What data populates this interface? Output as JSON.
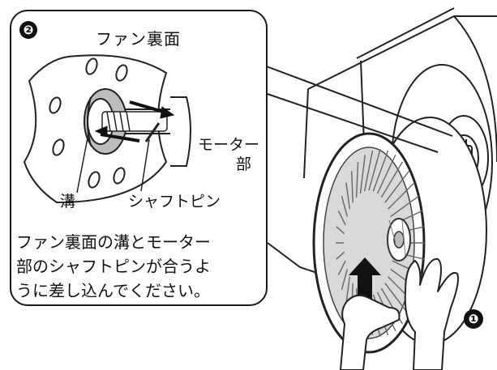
{
  "callout": {
    "step_marker": "❷",
    "title": "ファン裏面",
    "labels": {
      "motor_line1": "モーター",
      "motor_line2": "部",
      "groove": "溝",
      "shaft_pin": "シャフトピン"
    },
    "instruction_lines": [
      "ファン裏面の溝とモーター",
      "部のシャフトピンが合うよ",
      "うに差し込んでください。"
    ]
  },
  "main": {
    "step_marker": "❶"
  }
}
